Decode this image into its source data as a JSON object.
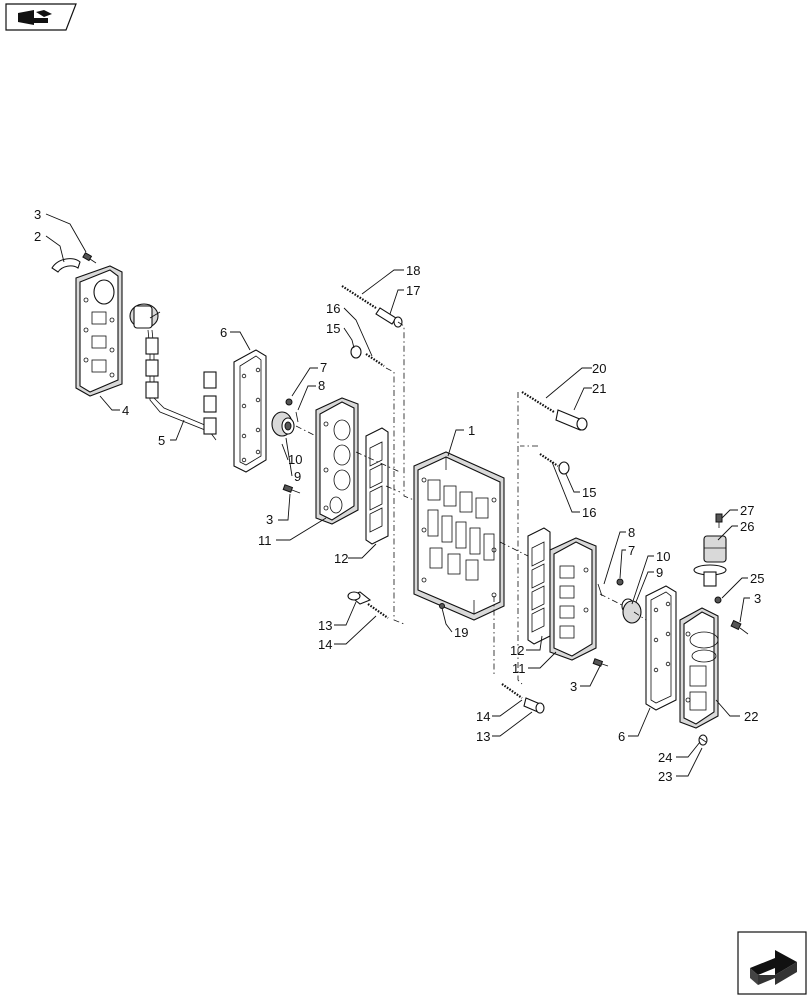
{
  "callouts": [
    {
      "id": "c3a",
      "label": "3"
    },
    {
      "id": "c2",
      "label": "2"
    },
    {
      "id": "c4",
      "label": "4"
    },
    {
      "id": "c5",
      "label": "5"
    },
    {
      "id": "c6a",
      "label": "6"
    },
    {
      "id": "c7a",
      "label": "7"
    },
    {
      "id": "c8a",
      "label": "8"
    },
    {
      "id": "c10a",
      "label": "10"
    },
    {
      "id": "c9a",
      "label": "9"
    },
    {
      "id": "c3b",
      "label": "3"
    },
    {
      "id": "c11a",
      "label": "11"
    },
    {
      "id": "c12a",
      "label": "12"
    },
    {
      "id": "c13a",
      "label": "13"
    },
    {
      "id": "c14a",
      "label": "14"
    },
    {
      "id": "c18",
      "label": "18"
    },
    {
      "id": "c17",
      "label": "17"
    },
    {
      "id": "c16a",
      "label": "16"
    },
    {
      "id": "c15a",
      "label": "15"
    },
    {
      "id": "c1",
      "label": "1"
    },
    {
      "id": "c19",
      "label": "19"
    },
    {
      "id": "c20",
      "label": "20"
    },
    {
      "id": "c21",
      "label": "21"
    },
    {
      "id": "c15b",
      "label": "15"
    },
    {
      "id": "c16b",
      "label": "16"
    },
    {
      "id": "c8b",
      "label": "8"
    },
    {
      "id": "c7b",
      "label": "7"
    },
    {
      "id": "c10b",
      "label": "10"
    },
    {
      "id": "c9b",
      "label": "9"
    },
    {
      "id": "c12b",
      "label": "12"
    },
    {
      "id": "c11b",
      "label": "11"
    },
    {
      "id": "c3c",
      "label": "3"
    },
    {
      "id": "c14b",
      "label": "14"
    },
    {
      "id": "c13b",
      "label": "13"
    },
    {
      "id": "c6b",
      "label": "6"
    },
    {
      "id": "c27",
      "label": "27"
    },
    {
      "id": "c26",
      "label": "26"
    },
    {
      "id": "c25",
      "label": "25"
    },
    {
      "id": "c3d",
      "label": "3"
    },
    {
      "id": "c22",
      "label": "22"
    },
    {
      "id": "c24",
      "label": "24"
    },
    {
      "id": "c23",
      "label": "23"
    }
  ],
  "icons": {
    "top_left": "book-nav-icon",
    "bottom_right": "next-page-arrow-icon"
  }
}
